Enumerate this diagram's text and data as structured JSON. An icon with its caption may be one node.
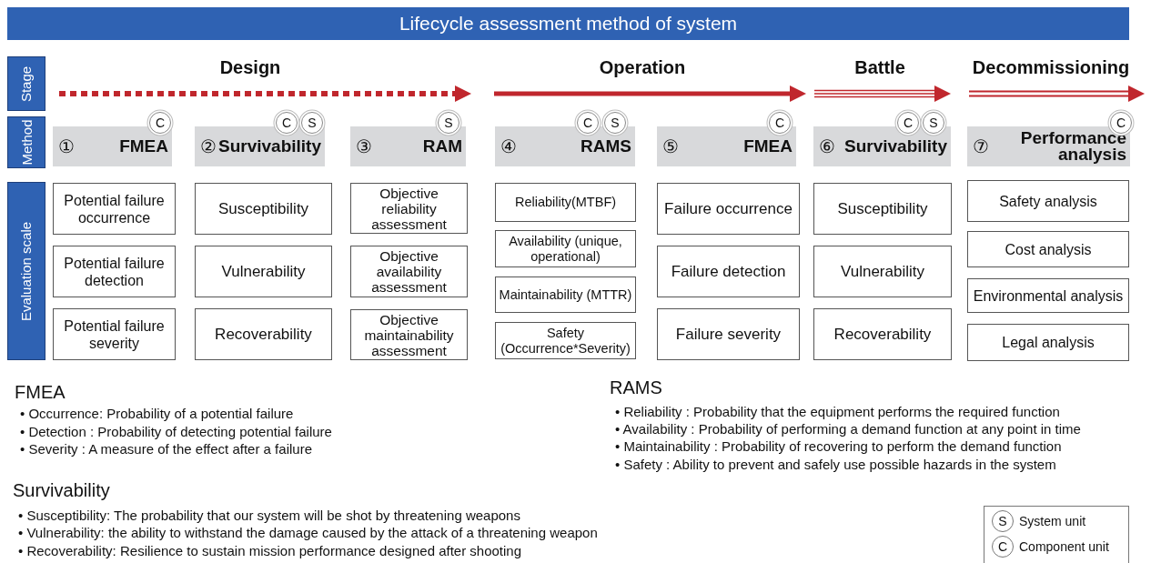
{
  "diagram": {
    "title": "Lifecycle assessment method of system",
    "nodes": [
      {
        "text": [
          "Stage"
        ]
      },
      {
        "text": [
          "Method"
        ]
      },
      {
        "text": [
          "Evaluation scale"
        ]
      },
      {
        "text": [
          "①",
          "FMEA"
        ]
      },
      {
        "text": [
          "C"
        ]
      },
      {
        "text": [
          "Potential failure occurrence"
        ]
      },
      {
        "text": [
          "Potential failure detection"
        ]
      },
      {
        "text": [
          "Potential failure severity"
        ]
      },
      {
        "text": [
          "②",
          "Survivability"
        ]
      },
      {
        "text": [
          "C"
        ]
      },
      {
        "text": [
          "S"
        ]
      },
      {
        "text": [
          "Susceptibility"
        ]
      },
      {
        "text": [
          "Vulnerability"
        ]
      },
      {
        "text": [
          "Recoverability"
        ]
      },
      {
        "text": [
          "③",
          "RAM"
        ]
      },
      {
        "text": [
          "S"
        ]
      },
      {
        "text": [
          "Objective reliability assessment"
        ]
      },
      {
        "text": [
          "Objective availability assessment"
        ]
      },
      {
        "text": [
          "Objective maintainability assessment"
        ]
      },
      {
        "text": [
          "④",
          "RAMS"
        ]
      },
      {
        "text": [
          "C"
        ]
      },
      {
        "text": [
          "S"
        ]
      },
      {
        "text": [
          "Reliability(MTBF)"
        ]
      },
      {
        "text": [
          "Availability (unique, operational)"
        ]
      },
      {
        "text": [
          "Maintainability (MTTR)"
        ]
      },
      {
        "text": [
          "Safety (Occurrence*Severity)"
        ]
      },
      {
        "text": [
          "⑤",
          "FMEA"
        ]
      },
      {
        "text": [
          "C"
        ]
      },
      {
        "text": [
          "Failure occurrence"
        ]
      },
      {
        "text": [
          "Failure detection"
        ]
      },
      {
        "text": [
          "Failure severity"
        ]
      },
      {
        "text": [
          "⑥",
          "Survivability"
        ]
      },
      {
        "text": [
          "C"
        ]
      },
      {
        "text": [
          "S"
        ]
      },
      {
        "text": [
          "Susceptibility"
        ]
      },
      {
        "text": [
          "Vulnerability"
        ]
      },
      {
        "text": [
          "Recoverability"
        ]
      },
      {
        "text": [
          "⑦",
          "Performance analysis"
        ]
      },
      {
        "text": [
          "C"
        ]
      },
      {
        "text": [
          "Safety analysis"
        ]
      },
      {
        "text": [
          "Cost analysis"
        ]
      },
      {
        "text": [
          "Environmental analysis"
        ]
      },
      {
        "text": [
          "Legal analysis"
        ]
      }
    ],
    "labels": [
      "Design",
      "Operation",
      "Battle",
      "Decommissioning",
      "FMEA",
      "• Occurrence: Probability of a potential failure",
      "• Detection : Probability of detecting potential failure",
      "• Severity : A measure of the effect after a failure",
      "RAMS",
      "• Reliability : Probability that the equipment performs the required function",
      "• Availability : Probability of performing a demand function at any point in time",
      "• Maintainability : Probability of recovering to perform the demand function",
      "• Safety : Ability to prevent and safely use possible hazards in the system",
      "Survivability",
      "• Susceptibility: The probability that our system will be shot by threatening weapons",
      "• Vulnerability: the ability to withstand the damage caused by the attack of a threatening weapon",
      "• Recoverability: Resilience to sustain mission performance designed after shooting",
      "S",
      "C"
    ],
    "legend": [
      {
        "text": "System unit"
      },
      {
        "text": "Component unit"
      }
    ]
  }
}
